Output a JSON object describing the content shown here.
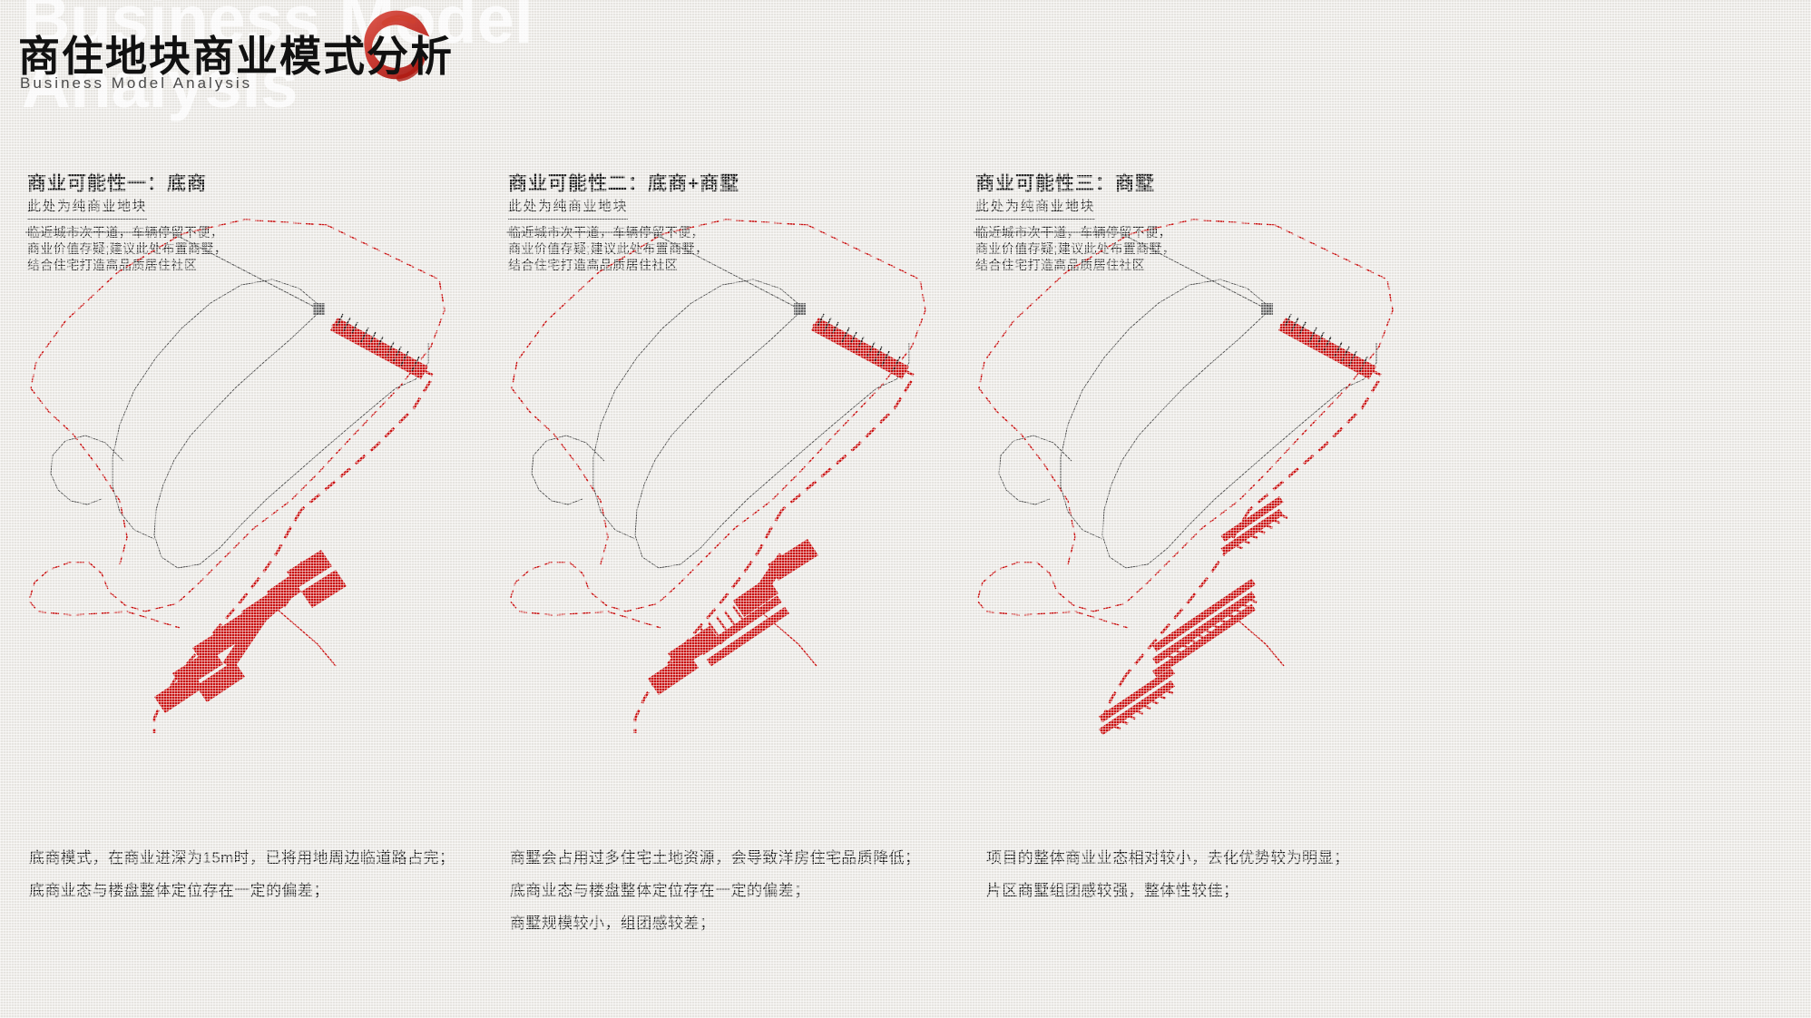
{
  "header": {
    "ghost_line1": "Business Model",
    "ghost_line2": "Analysis",
    "title_cn": "商住地块商业模式分析",
    "title_en": "Business Model Analysis",
    "seal_color": "#c8332b"
  },
  "palette": {
    "background": "#eceae5",
    "red": "#cc1111",
    "dark_red": "#b3000f",
    "ink": "#1a1a1a",
    "gray_line": "#5a5a5a"
  },
  "annotation_shared": {
    "head": "此处为纯商业地块",
    "body": "临近城市次干道，车辆停留不便，\n商业价值存疑;建议此处布置商墅，\n结合住宅打造高品质居住社区"
  },
  "columns": [
    {
      "id": "option-1",
      "title": "商业可能性一：底商",
      "annotation": {
        "head": "此处为纯商业地块",
        "body": "临近城市次干道，车辆停留不便，\n商业价值存疑;建议此处布置商墅，\n结合住宅打造高品质居住社区"
      },
      "caption": "底商模式，在商业进深为15m时，已将用地周边临道路占完；\n底商业态与楼盘整体定位存在一定的偏差；",
      "plan_mode": "podium-retail"
    },
    {
      "id": "option-2",
      "title": "商业可能性二：底商+商墅",
      "annotation": {
        "head": "此处为纯商业地块",
        "body": "临近城市次干道，车辆停留不便，\n商业价值存疑;建议此处布置商墅，\n结合住宅打造高品质居住社区"
      },
      "caption": "商墅会占用过多住宅土地资源，会导致洋房住宅品质降低；\n底商业态与楼盘整体定位存在一定的偏差；\n商墅规模较小，组团感较差；",
      "plan_mode": "podium-plus-villa"
    },
    {
      "id": "option-3",
      "title": "商业可能性三：商墅",
      "annotation": {
        "head": "此处为纯商业地块",
        "body": "临近城市次干道，车辆停留不便，\n商业价值存疑;建议此处布置商墅，\n结合住宅打造高品质居住社区"
      },
      "caption": "项目的整体商业业态相对较小，去化优势较为明显；\n片区商墅组团感较强，整体性较佳；",
      "plan_mode": "villa"
    }
  ],
  "plan_legend": {
    "site_boundary": "red-dashed-boundary",
    "internal_road": "gray-thin-line",
    "building_mass": "solid-red-block",
    "villa_units": "red-hatched-strip",
    "callout_target": "gray-square-marker"
  }
}
